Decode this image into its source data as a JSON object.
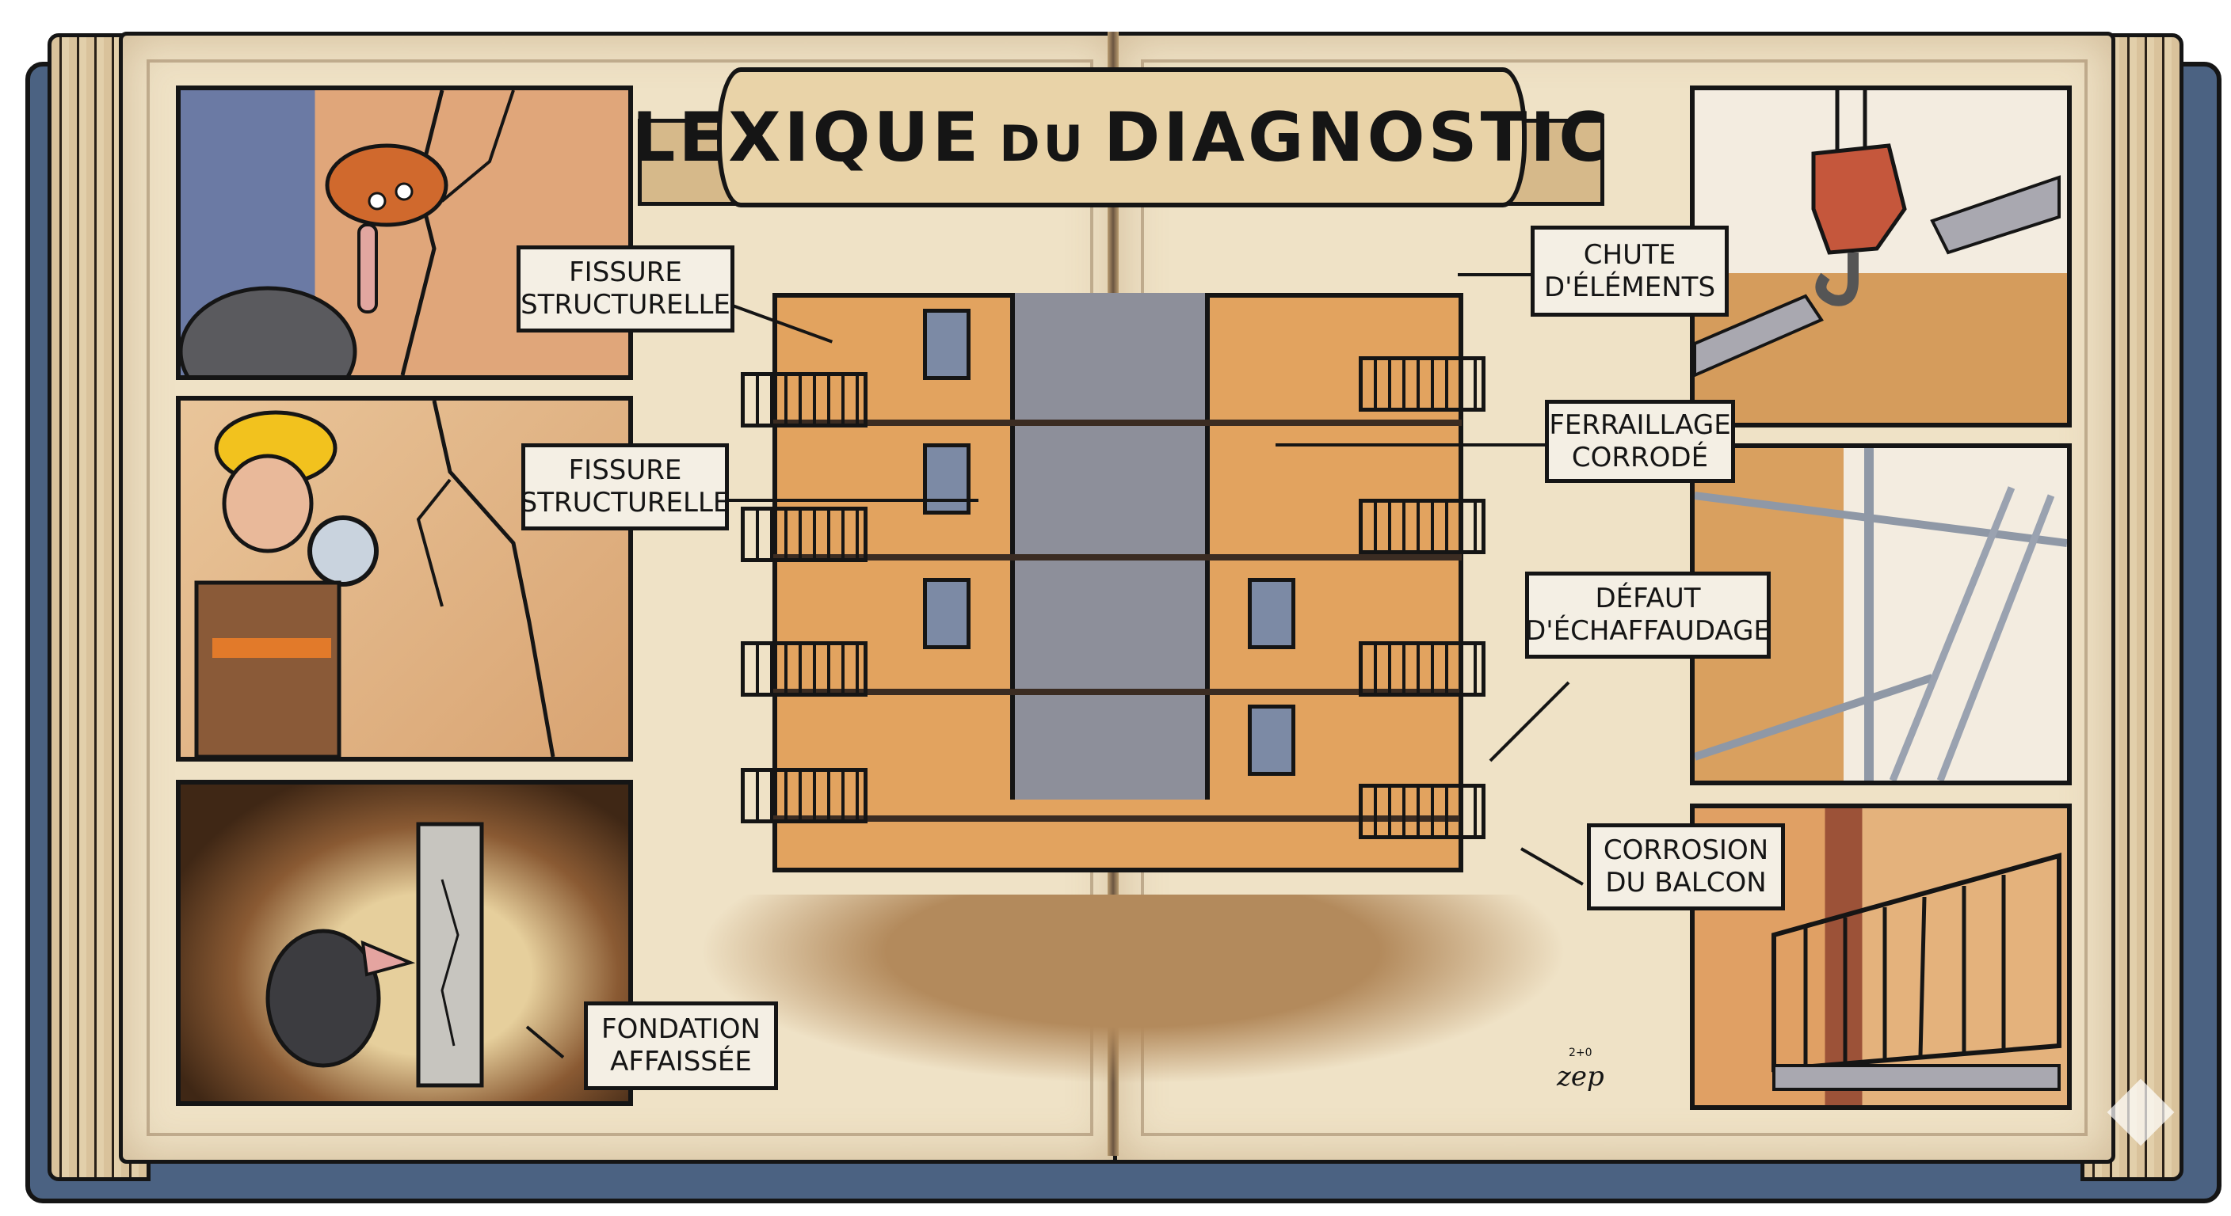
{
  "title": {
    "part1": "LEXIQUE",
    "part2": "DU",
    "part3": "DIAGNOSTIC"
  },
  "labels": [
    {
      "id": "fissure-1",
      "line1": "FISSURE",
      "line2": "STRUCTURELLE"
    },
    {
      "id": "fissure-2",
      "line1": "FISSURE",
      "line2": "STRUCTURELLE"
    },
    {
      "id": "fondation",
      "line1": "FONDATION",
      "line2": "AFFAISSÉE"
    },
    {
      "id": "chute",
      "line1": "CHUTE",
      "line2": "D'ÉLÉMENTS"
    },
    {
      "id": "ferraillage",
      "line1": "FERRAILLAGE",
      "line2": "CORRODÉ"
    },
    {
      "id": "echafaudage",
      "line1": "DÉFAUT",
      "line2": "D'ÉCHAFFAUDAGE"
    },
    {
      "id": "balcon",
      "line1": "CORROSION",
      "line2": "DU BALCON"
    }
  ],
  "panels": [
    {
      "id": "left-1",
      "depicts": "mole balancing hard hat beside cracked wall and balcony"
    },
    {
      "id": "left-2",
      "depicts": "inspector with magnifying glass examining wall crack"
    },
    {
      "id": "left-3",
      "depicts": "mole in tunnel beside cracked foundation pillar"
    },
    {
      "id": "right-1",
      "depicts": "crane hook above broken parapet with exposed rebar"
    },
    {
      "id": "right-2",
      "depicts": "scaffolding with ladder against wall"
    },
    {
      "id": "right-3",
      "depicts": "corroded bent balcony railing"
    }
  ],
  "center": {
    "depicts": "damaged apartment building with collapsed section, rubble and crane"
  },
  "signature": {
    "name": "zep",
    "year": "2+0"
  },
  "colors": {
    "ink": "#151515",
    "paper": "#efe2c6",
    "cover": "#4b6282",
    "facade": "#e2a35f",
    "label_bg": "#f4efe4"
  }
}
